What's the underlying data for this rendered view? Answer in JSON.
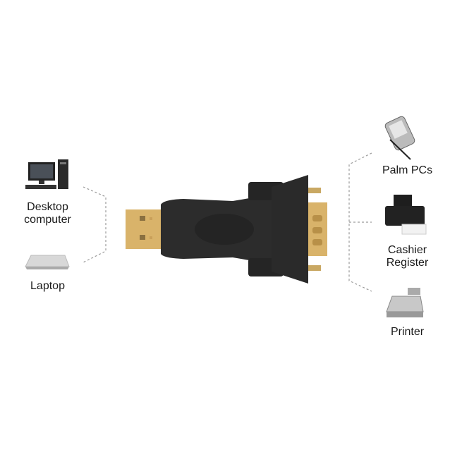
{
  "labels": {
    "desktop": [
      "Desktop",
      "computer"
    ],
    "laptop": "Laptop",
    "palm": "Palm PCs",
    "cashier": [
      "Cashier",
      "Register"
    ],
    "printer": "Printer"
  },
  "colors": {
    "adapter_body": "#2a2a2a",
    "gold": "#d9b36a",
    "connector_line": "#9a9a9a"
  }
}
